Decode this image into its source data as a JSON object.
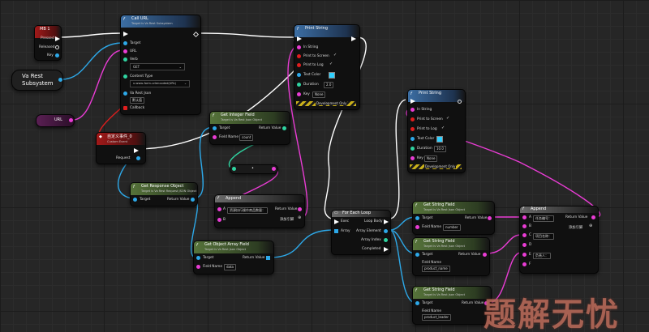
{
  "nodes": {
    "mb": {
      "title": "MB 1",
      "pins": {
        "pressed": "Pressed",
        "released": "Released",
        "key": "Key"
      }
    },
    "varest": {
      "title": "Va Rest Subsystem"
    },
    "url_var": {
      "title": "URL"
    },
    "call_url": {
      "title": "Call URL",
      "subtitle": "Target is Va Rest Subsystem",
      "pins": {
        "target": "Target",
        "url": "URL",
        "verb": "Verb",
        "content_type": "Content Type",
        "varest_json": "Va Rest Json",
        "callback": "Callback"
      },
      "verb_value": "GET",
      "content_type_value": "x-www-form-urlencoded(URL)",
      "json_value": "默认值"
    },
    "custom_event": {
      "title": "自定义事件_0",
      "subtitle": "Custom Event",
      "pins": {
        "request": "Request"
      }
    },
    "print1": {
      "title": "Print String",
      "pins": {
        "in_string": "In String",
        "print_screen": "Print to Screen",
        "print_log": "Print to Log",
        "text_color": "Text Color",
        "duration": "Duration",
        "key": "Key"
      },
      "duration_value": "2.0",
      "key_value": "None",
      "dev_only": "Development Only"
    },
    "print2": {
      "title": "Print String",
      "pins": {
        "in_string": "In String",
        "print_screen": "Print to Screen",
        "print_log": "Print to Log",
        "text_color": "Text Color",
        "duration": "Duration",
        "key": "Key"
      },
      "duration_value": "10.0",
      "key_value": "None",
      "dev_only": "Development Only"
    },
    "get_int": {
      "title": "Get Integer Field",
      "subtitle": "Target is Va Rest Json Object",
      "pins": {
        "target": "Target",
        "field_name": "Field Name",
        "return": "Return Value"
      },
      "field_value": "count"
    },
    "get_response": {
      "title": "Get Response Object",
      "subtitle": "Target is Va Rest Request JSON Object",
      "pins": {
        "target": "Target",
        "return": "Return Value"
      }
    },
    "append1": {
      "title": "Append",
      "pins": {
        "a": "A",
        "b": "B",
        "return": "Return Value",
        "add_pin": "添加引脚"
      },
      "a_value": "资源执行操作商品数量："
    },
    "get_array": {
      "title": "Get Object Array Field",
      "subtitle": "Target is Va Rest Json Object",
      "pins": {
        "target": "Target",
        "field_name": "Field Name",
        "return": "Return Value"
      },
      "field_value": "data"
    },
    "foreach": {
      "title": "For Each Loop",
      "pins": {
        "exec": "Exec",
        "array": "Array",
        "loop_body": "Loop Body",
        "array_element": "Array Element",
        "array_index": "Array Index",
        "completed": "Completed"
      }
    },
    "get_str1": {
      "title": "Get String Field",
      "subtitle": "Target is Va Rest Json Object",
      "pins": {
        "target": "Target",
        "field_name": "Field Name",
        "return": "Return Value"
      },
      "field_value": "number"
    },
    "get_str2": {
      "title": "Get String Field",
      "subtitle": "Target is Va Rest Json Object",
      "pins": {
        "target": "Target",
        "field_name": "Field Name",
        "return": "Return Value"
      },
      "field_value": "product_name"
    },
    "get_str3": {
      "title": "Get String Field",
      "subtitle": "Target is Va Rest Json Object",
      "pins": {
        "target": "Target",
        "field_name": "Field Name",
        "return": "Return Value"
      },
      "field_value": "product_leader"
    },
    "append2": {
      "title": "Append",
      "pins": {
        "a": "A",
        "b": "B",
        "c": "C",
        "d": "D",
        "e": "E",
        "f": "F",
        "return": "Return Value",
        "add_pin": "添加引脚"
      },
      "a_value": "任务编号：",
      "c_value": "项目名称：",
      "e_value": "负责人："
    }
  },
  "watermark": "题解无忧",
  "colors": {
    "exec": "#ffffff",
    "object": "#2da8e8",
    "string": "#e93cd4",
    "integer": "#2fd3a0",
    "event": "#e01e1e"
  }
}
